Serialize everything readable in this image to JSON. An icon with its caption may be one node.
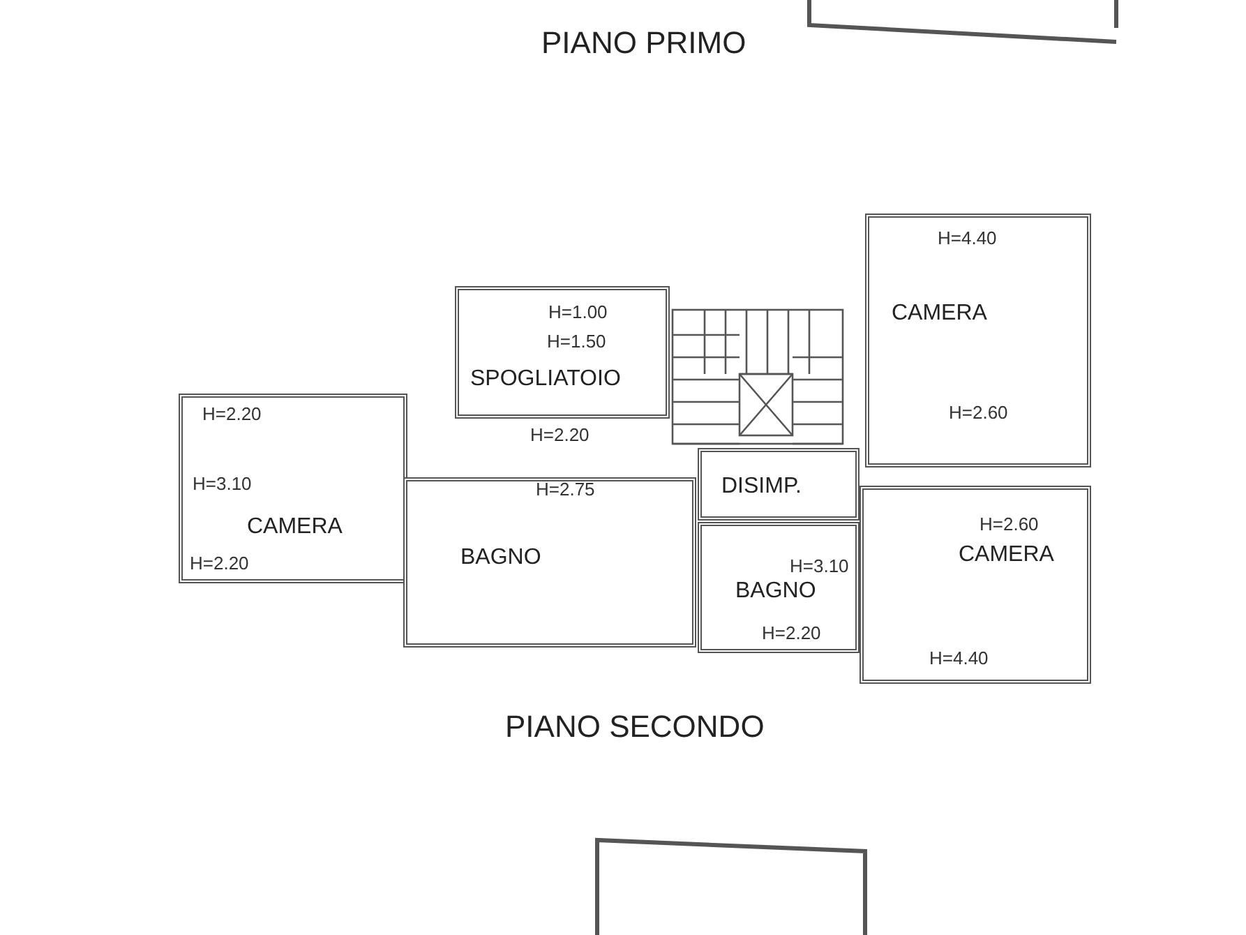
{
  "diagram": {
    "nodes": [
      {
        "text": [
          "SPOGLIATOIO"
        ]
      },
      {
        "text": [
          "CAMERA"
        ]
      },
      {
        "text": [
          "CAMERA"
        ]
      },
      {
        "text": [
          "BAGNO"
        ]
      },
      {
        "text": [
          "DISIMP."
        ]
      },
      {
        "text": [
          "BAGNO"
        ]
      },
      {
        "text": [
          "CAMERA"
        ]
      }
    ],
    "labels": [
      "PIANO PRIMO",
      "H=4.40",
      "H=1.00",
      "H=1.50",
      "H=2.20",
      "H=2.20",
      "H=2.60",
      "H=3.10",
      "H=2.75",
      "H=2.60",
      "H=3.10",
      "H=2.20",
      "H=2.20",
      "H=4.40",
      "PIANO SECONDO"
    ]
  }
}
